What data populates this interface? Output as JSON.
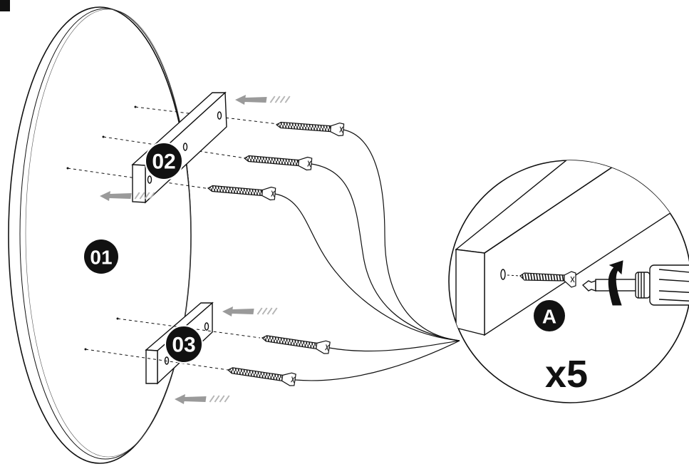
{
  "diagram": {
    "parts": {
      "tabletop": "01",
      "cleat_upper": "02",
      "cleat_lower": "03"
    },
    "fastener": {
      "label": "A",
      "quantity": "x5"
    },
    "icons": {
      "corner_mark": "black-corner-square",
      "arrows": "direction-arrow",
      "screwdriver": "screwdriver-icon",
      "rotation": "clockwise-rotation-arrow"
    },
    "colors": {
      "ink": "#111111",
      "arrow_gray": "#9a9a9a",
      "badge": "#111111",
      "paper": "#ffffff"
    }
  }
}
